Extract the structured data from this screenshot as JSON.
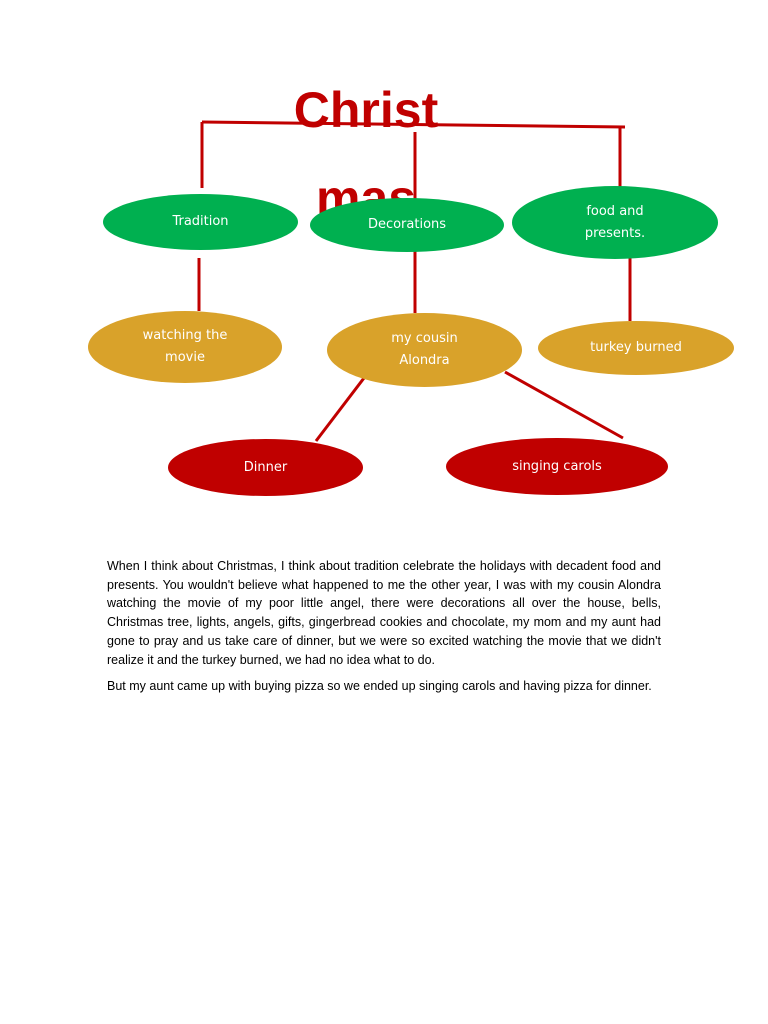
{
  "title": {
    "line1": "Christ",
    "line2": "mas"
  },
  "nodes": {
    "tradition": "Tradition",
    "decorations": "Decorations",
    "food_presents": {
      "line1": "food and",
      "line2": "presents."
    },
    "watching_movie": {
      "line1": "watching the",
      "line2": "movie"
    },
    "my_cousin": {
      "line1": "my cousin",
      "line2": "Alondra"
    },
    "turkey_burned": "turkey burned",
    "dinner": "Dinner",
    "singing_carols": "singing carols"
  },
  "colors": {
    "title": "#c00000",
    "connector": "#c00000",
    "green_node": "#00b050",
    "gold_node": "#d9a22a",
    "red_node": "#c00000"
  },
  "paragraphs": [
    "When I think about Christmas, I think about tradition celebrate the holidays with decadent food and presents. You wouldn't believe what happened to me the other year, I was with my cousin Alondra watching the movie of my poor little angel, there were decorations all over the house, bells, Christmas tree, lights, angels, gifts, gingerbread cookies and chocolate, my mom and my aunt had gone to pray and us take care of dinner, but we were so excited watching the movie that we didn't realize it and the turkey burned, we had no idea what to do.",
    "But my aunt came up with buying pizza so we ended up singing carols and having pizza for dinner."
  ]
}
